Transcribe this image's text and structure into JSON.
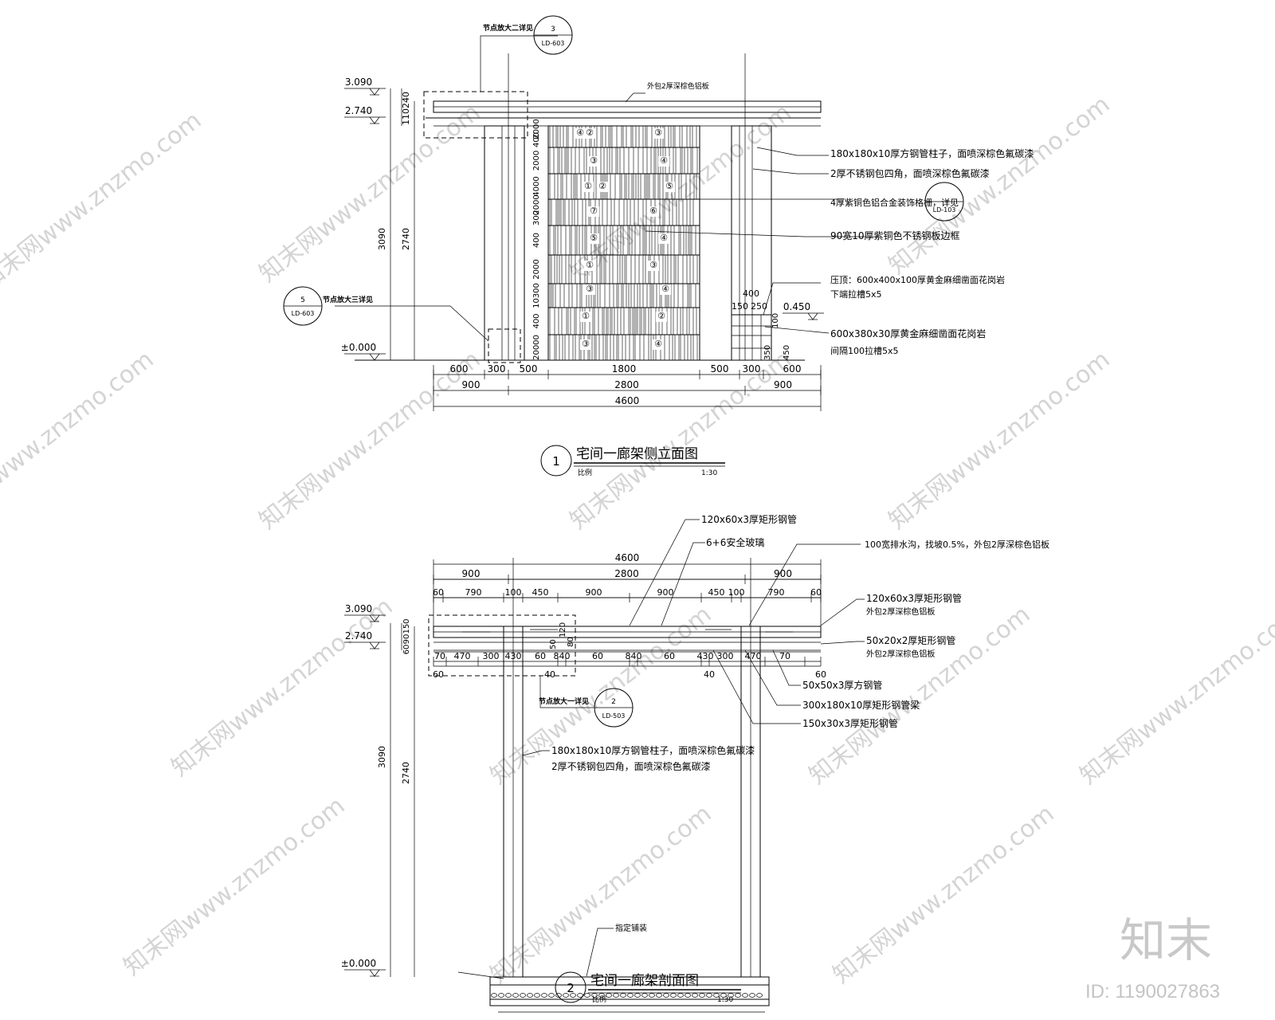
{
  "elevation": {
    "levels": [
      "3.090",
      "2.740",
      "±0.000",
      "0.450"
    ],
    "left_dims_vertical": [
      "3090",
      "2740",
      "110240"
    ],
    "column_mark_dims": [
      "2000",
      "400",
      "2000",
      "4000",
      "2000",
      "300",
      "400",
      "2000",
      "10300",
      "400",
      "20000"
    ],
    "bottom_dims_row1": [
      "600",
      "300",
      "500",
      "1800",
      "500",
      "300",
      "600"
    ],
    "bottom_dims_row2": [
      "900",
      "2800",
      "900"
    ],
    "bottom_dims_total": "4600",
    "right_small_dims": [
      "400",
      "150",
      "250",
      "100",
      "450",
      "350"
    ],
    "callouts": [
      "外包2厚深棕色铝板",
      "180x180x10厚方钢管柱子，面喷深棕色氟碳漆",
      "2厚不锈钢包四角，面喷深棕色氟碳漆",
      "4厚紫铜色铝合金装饰格栅，详见",
      "90宽10厚紫铜色不锈钢板边框",
      "压顶：600x400x100厚黄金麻细凿面花岗岩",
      "下端拉槽5x5",
      "600x380x30厚黄金麻细凿面花岗岩",
      "间隔100拉槽5x5"
    ],
    "detail_tags": [
      {
        "num": "3",
        "sheet": "LD-603",
        "label": "节点放大二详见"
      },
      {
        "num": "5",
        "sheet": "LD-603",
        "label": "节点放大三详见"
      },
      {
        "num": "",
        "sheet": "LD-103"
      }
    ],
    "panel_marks": [
      "④",
      "③",
      "④",
      "②",
      "①",
      "⑤",
      "⑦",
      "⑥",
      "④",
      "⑤",
      "①",
      "③",
      "③",
      "④",
      "①",
      "②",
      "③",
      "④",
      "②",
      "③"
    ],
    "title_num": "1",
    "title": "宅间一廊架侧立面图",
    "scale_label": "比例",
    "scale": "1:30"
  },
  "section": {
    "levels": [
      "3.090",
      "2.740",
      "±0.000"
    ],
    "left_dims_vertical": [
      "3090",
      "2740",
      "60",
      "90",
      "150"
    ],
    "top_dims_total": "4600",
    "top_dims_row2": [
      "900",
      "2800",
      "900"
    ],
    "top_dims_row3": [
      "60",
      "790",
      "100",
      "450",
      "900",
      "900",
      "450",
      "100",
      "790",
      "60"
    ],
    "mid_dims": [
      "70",
      "470",
      "300",
      "430",
      "60",
      "840",
      "60",
      "840",
      "60",
      "430",
      "300",
      "470",
      "70"
    ],
    "low_dims": [
      "60",
      "40",
      "40",
      "60"
    ],
    "small_dims": [
      "50",
      "120",
      "80"
    ],
    "callouts": [
      "120x60x3厚矩形钢管",
      "6+6安全玻璃",
      "100宽排水沟，找坡0.5%，外包2厚深棕色铝板",
      "120x60x3厚矩形钢管",
      "外包2厚深棕色铝板",
      "50x20x2厚矩形钢管",
      "外包2厚深棕色铝板",
      "50x50x3厚方钢管",
      "300x180x10厚矩形钢管梁",
      "150x30x3厚矩形钢管",
      "180x180x10厚方钢管柱子，面喷深棕色氟碳漆",
      "2厚不锈钢包四角，面喷深棕色氟碳漆",
      "指定铺装"
    ],
    "detail_tags": [
      {
        "num": "2",
        "sheet": "LD-503",
        "label": "节点放大一详见"
      }
    ],
    "title_num": "2",
    "title": "宅间一廊架剖面图",
    "scale_label": "比例",
    "scale": "1:30"
  },
  "watermarks": [
    "知末网www.znzmo.com"
  ],
  "brand": "知末",
  "id_label": "ID: 1190027863"
}
